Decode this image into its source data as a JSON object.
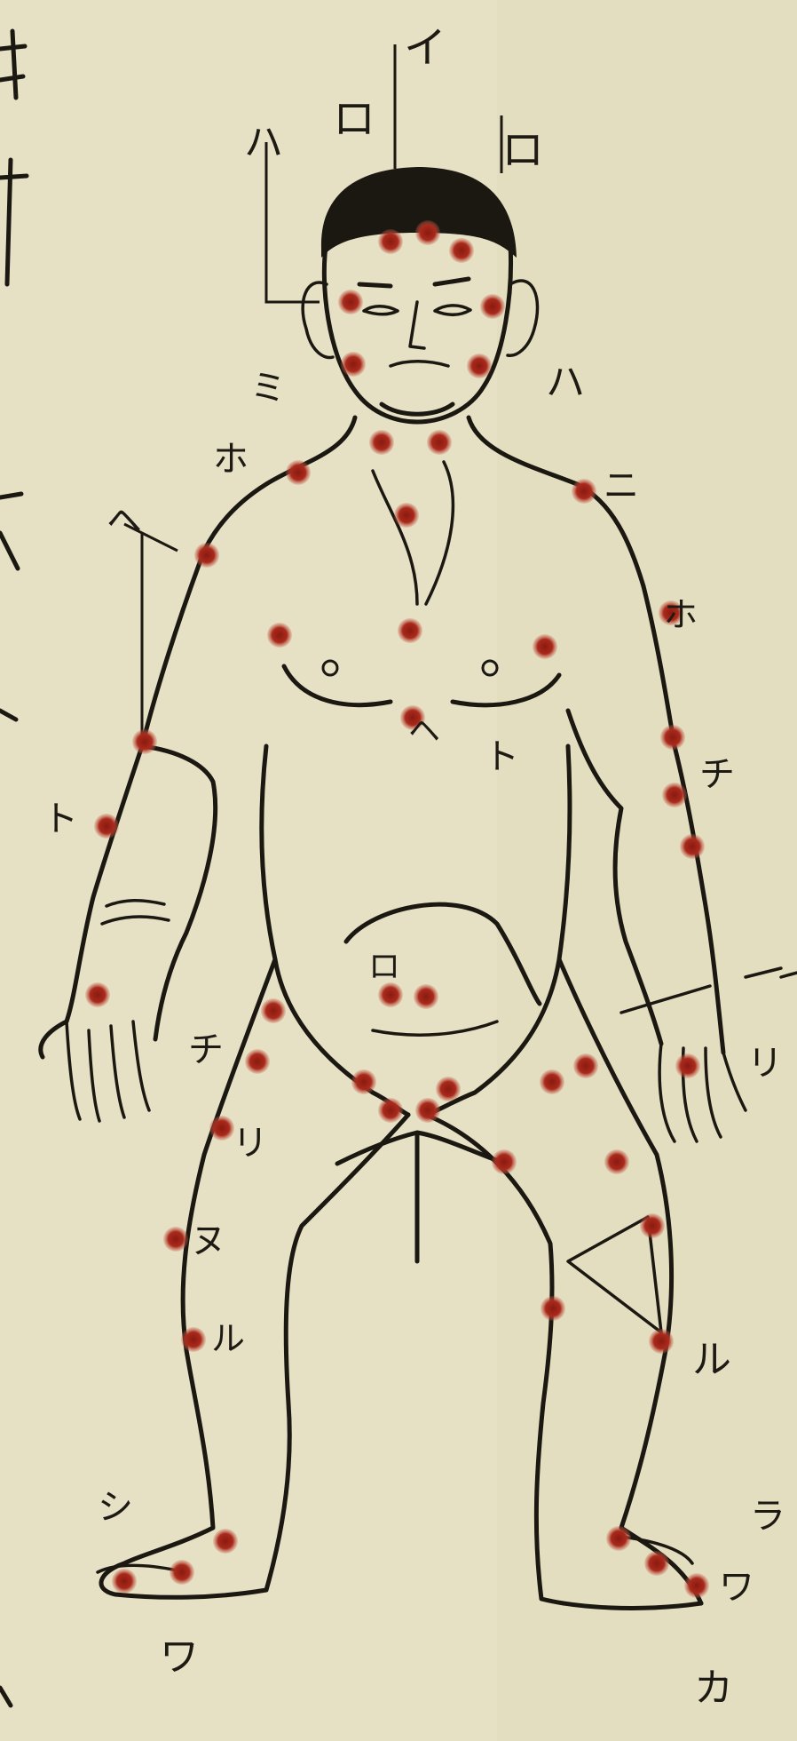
{
  "colors": {
    "paper": "#e6e0c4",
    "ink": "#1b1812",
    "point": "#9e2318",
    "point_halo": "#c8644f"
  },
  "labels": {
    "top_head": "イ",
    "head_left": "ロ",
    "head_right": "ロ",
    "ear_left": "ハ",
    "ear_right": "ハ",
    "shoulder_mi": "ミ",
    "shoulder_ho_left": "ホ",
    "shoulder_ni_right": "ニ",
    "arm_ho_right": "ホ",
    "arm_he_left": "ヘ",
    "arm_to_left": "ト",
    "elbow_chi_right": "チ",
    "chest_text": "ヘ",
    "belly_text": "ト",
    "navel_text": "ロ",
    "thigh_chi_left": "チ",
    "thigh_ri_left": "リ",
    "hand_ri_right": "リ",
    "knee_nu_left": "ヌ",
    "shin_ru_left": "ル",
    "shin_ru_right": "ル",
    "ankle_shi_left": "シ",
    "foot_wa_left": "ワ",
    "foot_wa_right": "ワ",
    "foot_ka_right": "カ",
    "foot_ra_right": "ラ"
  }
}
